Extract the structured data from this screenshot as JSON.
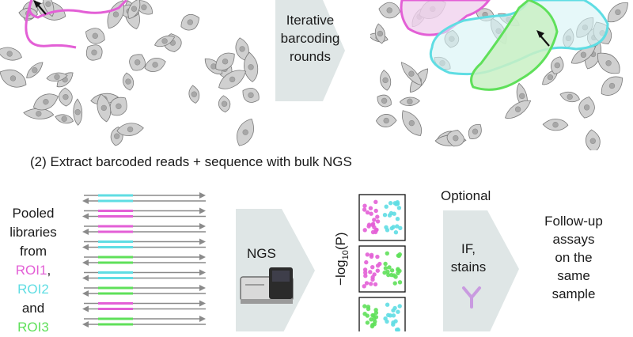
{
  "top": {
    "arrow_label_lines": [
      "Iterative",
      "barcoding",
      "rounds"
    ]
  },
  "step2": {
    "title": "(2) Extract barcoded reads + sequence with bulk NGS"
  },
  "pooled": {
    "lines": [
      "Pooled",
      "libraries",
      "from"
    ],
    "roi1": "ROI1",
    "roi1_suffix": ",",
    "roi2": "ROI2",
    "and": "and",
    "roi3": "ROI3"
  },
  "ngs": {
    "label": "NGS"
  },
  "axis": {
    "ylabel_prefix": "−log",
    "ylabel_sub": "10",
    "ylabel_suffix": "(P)"
  },
  "optional": {
    "label": "Optional",
    "arrow_lines": [
      "IF,",
      "stains"
    ]
  },
  "followup": {
    "lines": [
      "Follow-up",
      "assays",
      "on the",
      "same",
      "sample"
    ]
  },
  "colors": {
    "roi1": "#e35fd6",
    "roi2": "#5fdde3",
    "roi3": "#5fe05a",
    "arrow_fill": "#dfe6e6",
    "cell_fill": "#d0d0d0",
    "cell_stroke": "#7a7a7a",
    "nucleus": "#a7a7a7",
    "read_line": "#8a8a8a",
    "antibody": "#c99be0"
  },
  "icons": {
    "pointer": "pointer-arrow-icon",
    "sequencer": "sequencer-icon",
    "antibody": "antibody-icon"
  }
}
